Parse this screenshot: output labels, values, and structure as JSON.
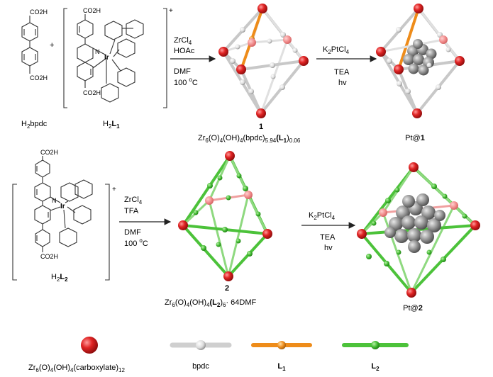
{
  "row1": {
    "h2bpdc": {
      "co2h_top": "CO2H",
      "co2h_bottom": "CO2H",
      "plus": "+"
    },
    "l1_complex": {
      "co2h_top": "CO2H",
      "co2h_bottom": "CO2H",
      "metal": "Ir",
      "n": "N",
      "charge": "+"
    },
    "compound_labels": {
      "bpdc_pre": "H",
      "bpdc_sub": "2",
      "bpdc_post": "bpdc",
      "l1_pre": "H",
      "l1_sub": "2",
      "l1_main": "L",
      "l1_idx": "1"
    },
    "arrow1": {
      "line1_main": "ZrCl",
      "line1_sub": "4",
      "line2": "HOAc",
      "line3": "DMF",
      "line4_pre": "100 ",
      "line4_sup": "o",
      "line4_post": "C"
    },
    "mof_label": "1",
    "mof_formula": {
      "p1": "Zr",
      "s1": "6",
      "p2": "(O)",
      "s2": "4",
      "p3": "(OH)",
      "s3": "4",
      "p4": "(bpdc)",
      "s4": "5.94",
      "p5": "(L",
      "p5b": "1",
      "p5c": ")",
      "s5": "0.06"
    },
    "arrow2": {
      "line1_pre": "K",
      "line1_sub1": "2",
      "line1_mid": "PtCl",
      "line1_sub2": "4",
      "line2": "TEA",
      "line3": "hv"
    },
    "product": {
      "pre": "Pt@",
      "num": "1"
    }
  },
  "row2": {
    "l2_complex": {
      "co2h_top": "CO2H",
      "co2h_bottom": "CO2H",
      "metal": "Ir",
      "n": "N",
      "charge": "+"
    },
    "compound_label": {
      "pre": "H",
      "sub": "2",
      "main": "L",
      "idx": "2"
    },
    "arrow1": {
      "line1_main": "ZrCl",
      "line1_sub": "4",
      "line2": "TFA",
      "line3": "DMF",
      "line4_pre": "100 ",
      "line4_sup": "o",
      "line4_post": "C"
    },
    "mof_label": "2",
    "mof_formula": {
      "p1": "Zr",
      "s1": "6",
      "p2": "(O)",
      "s2": "4",
      "p3": "(OH)",
      "s3": "4",
      "p4": "(L",
      "p4b": "2",
      "p4c": ")",
      "s4": "6",
      "p5": "· 64DMF"
    },
    "arrow2": {
      "line1_pre": "K",
      "line1_sub1": "2",
      "line1_mid": "PtCl",
      "line1_sub2": "4",
      "line2": "TEA",
      "line3": "hv"
    },
    "product": {
      "pre": "Pt@",
      "num": "2"
    }
  },
  "legend": {
    "cluster": {
      "p1": "Zr",
      "s1": "6",
      "p2": "(O)",
      "s2": "4",
      "p3": "(OH)",
      "s3": "4",
      "p4": "(carboxylate)",
      "s4": "12"
    },
    "bpdc": "bpdc",
    "l1": {
      "main": "L",
      "idx": "1"
    },
    "l2": {
      "main": "L",
      "idx": "2"
    }
  },
  "colors": {
    "zr_node": "#dd2222",
    "bpdc_strut": "#c8c8c8",
    "l1_strut": "#ee8c1a",
    "l2_strut": "#4cc23a",
    "pt_particle": "#888888"
  }
}
